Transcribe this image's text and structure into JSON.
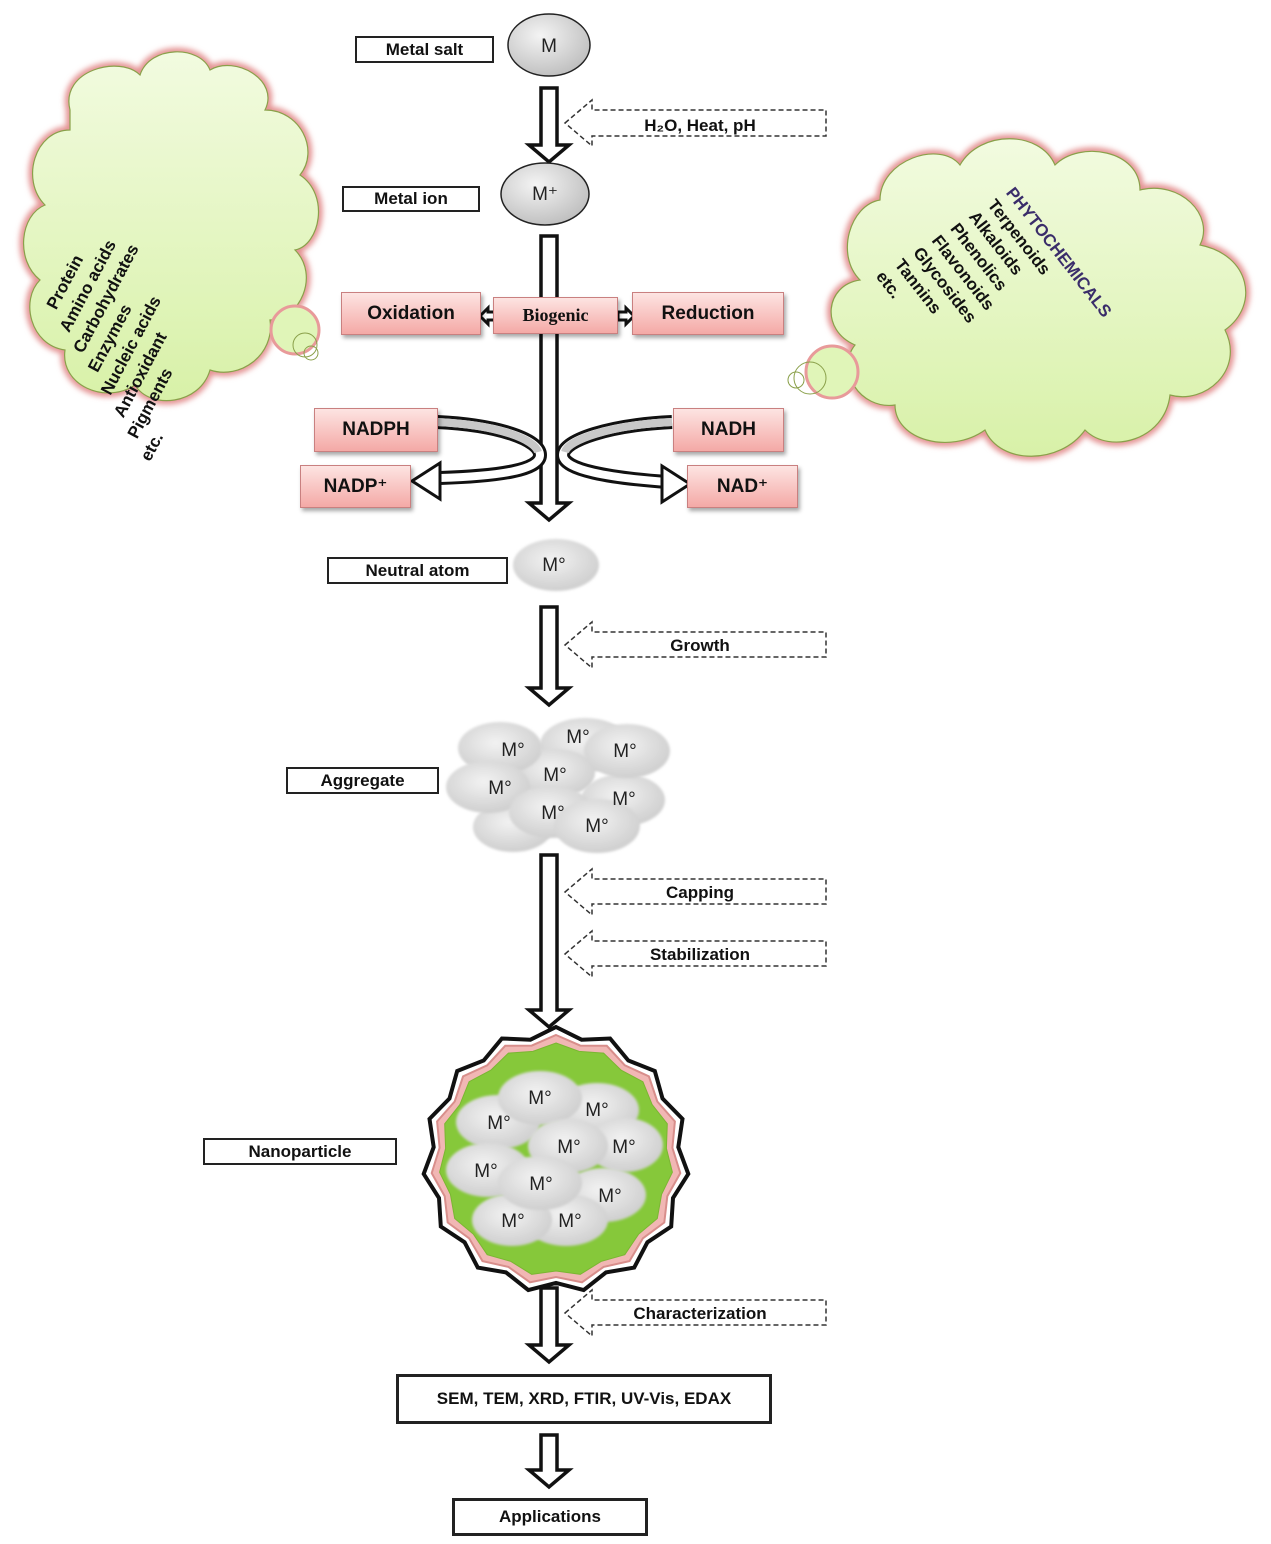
{
  "diagram": {
    "title": "Biogenic synthesis of metal nanoparticles",
    "stages": {
      "metal_salt": {
        "label": "Metal salt",
        "symbol": "M"
      },
      "metal_ion": {
        "label": "Metal ion",
        "symbol": "M⁺"
      },
      "neutral_atom": {
        "label": "Neutral  atom",
        "symbol": "M°"
      },
      "aggregate": {
        "label": "Aggregate",
        "symbol": "M°"
      },
      "nanoparticle": {
        "label": "Nanoparticle",
        "symbol": "M°"
      }
    },
    "side_inputs": {
      "conditions": "H₂O, Heat, pH",
      "growth": "Growth",
      "capping": "Capping",
      "stabilization": "Stabilization",
      "characterization": "Characterization"
    },
    "redox": {
      "oxidation": "Oxidation",
      "biogenic": "Biogenic",
      "reduction": "Reduction",
      "nadph": "NADPH",
      "nadp_plus": "NADP⁺",
      "nadh": "NADH",
      "nad_plus": "NAD⁺"
    },
    "biomolecules_cloud": {
      "items": [
        "Protein",
        "Amino acids",
        "Carbohydrates",
        "Enzymes",
        "Nucleic acids",
        "Antioxidant",
        "Pigments",
        "etc."
      ]
    },
    "phytochemicals_cloud": {
      "heading": "PHYTOCHEMICALS",
      "items": [
        "Terpenoids",
        "Alkaloids",
        "Phenolics",
        "Flavonoids",
        "Glycosides",
        "Tannins",
        "etc."
      ]
    },
    "characterization_methods": "SEM, TEM, XRD, FTIR, UV-Vis,  EDAX",
    "applications": "Applications"
  },
  "colors": {
    "cloud_fill": "#e6f7c4",
    "cloud_border": "#e8a0a0",
    "pink_box": "#f6b3b0",
    "nanoparticle_shell": "#86c83a",
    "atom_gray": "#d8d8d8"
  }
}
